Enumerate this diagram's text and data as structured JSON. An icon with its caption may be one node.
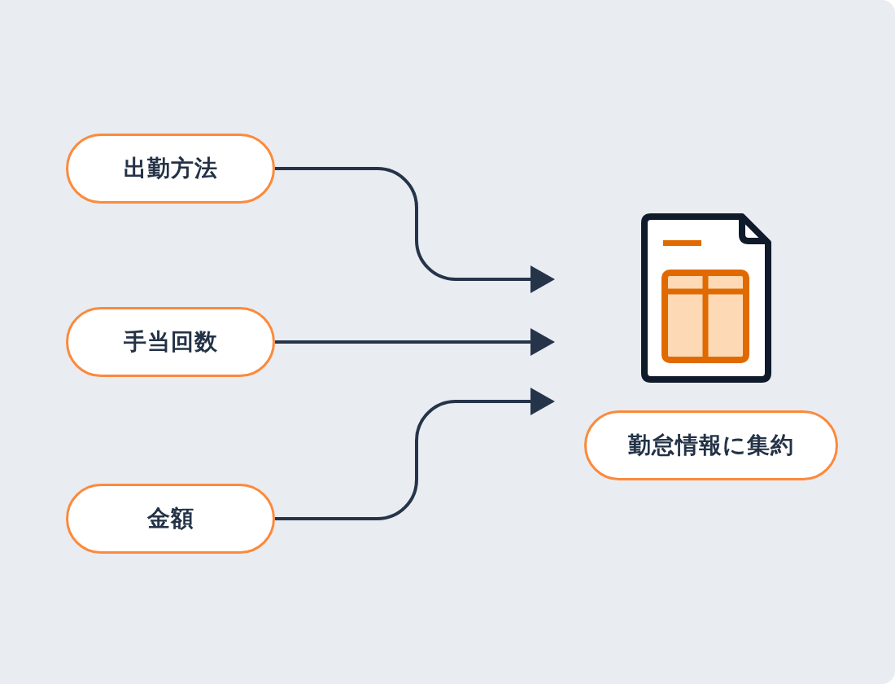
{
  "diagram": {
    "nodes": [
      {
        "text": [
          "出勤方法"
        ]
      },
      {
        "text": [
          "手当回数"
        ]
      },
      {
        "text": [
          "金額"
        ]
      },
      {
        "text": [],
        "shape": "document"
      },
      {
        "text": [
          "勤怠情報に集約"
        ]
      }
    ],
    "edges": [
      {
        "from": 0,
        "to": null,
        "arrow": "to"
      },
      {
        "from": 1,
        "to": null,
        "arrow": "to"
      },
      {
        "from": 2,
        "to": null,
        "arrow": "to"
      }
    ]
  }
}
